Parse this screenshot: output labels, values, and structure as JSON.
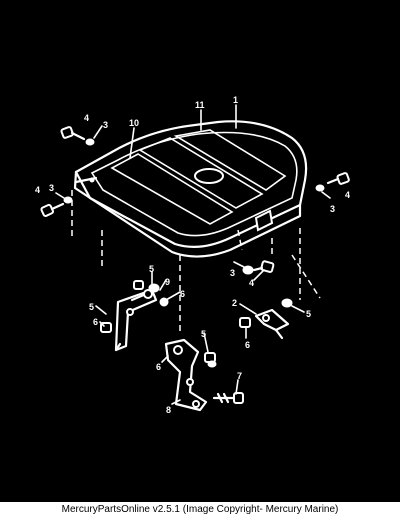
{
  "callouts": {
    "c1": "1",
    "c2": "2",
    "c3": "3",
    "c4": "4",
    "c5": "5",
    "c6": "6",
    "c7": "7",
    "c8": "8",
    "c9": "9",
    "c10": "10",
    "c11": "11"
  },
  "footer": {
    "caption": "MercuryPartsOnline v2.5.1 (Image Copyright- Mercury Marine)"
  },
  "colors": {
    "background": "#000000",
    "linework": "#ffffff",
    "caption_background": "#ffffff",
    "caption_text": "#000000"
  }
}
